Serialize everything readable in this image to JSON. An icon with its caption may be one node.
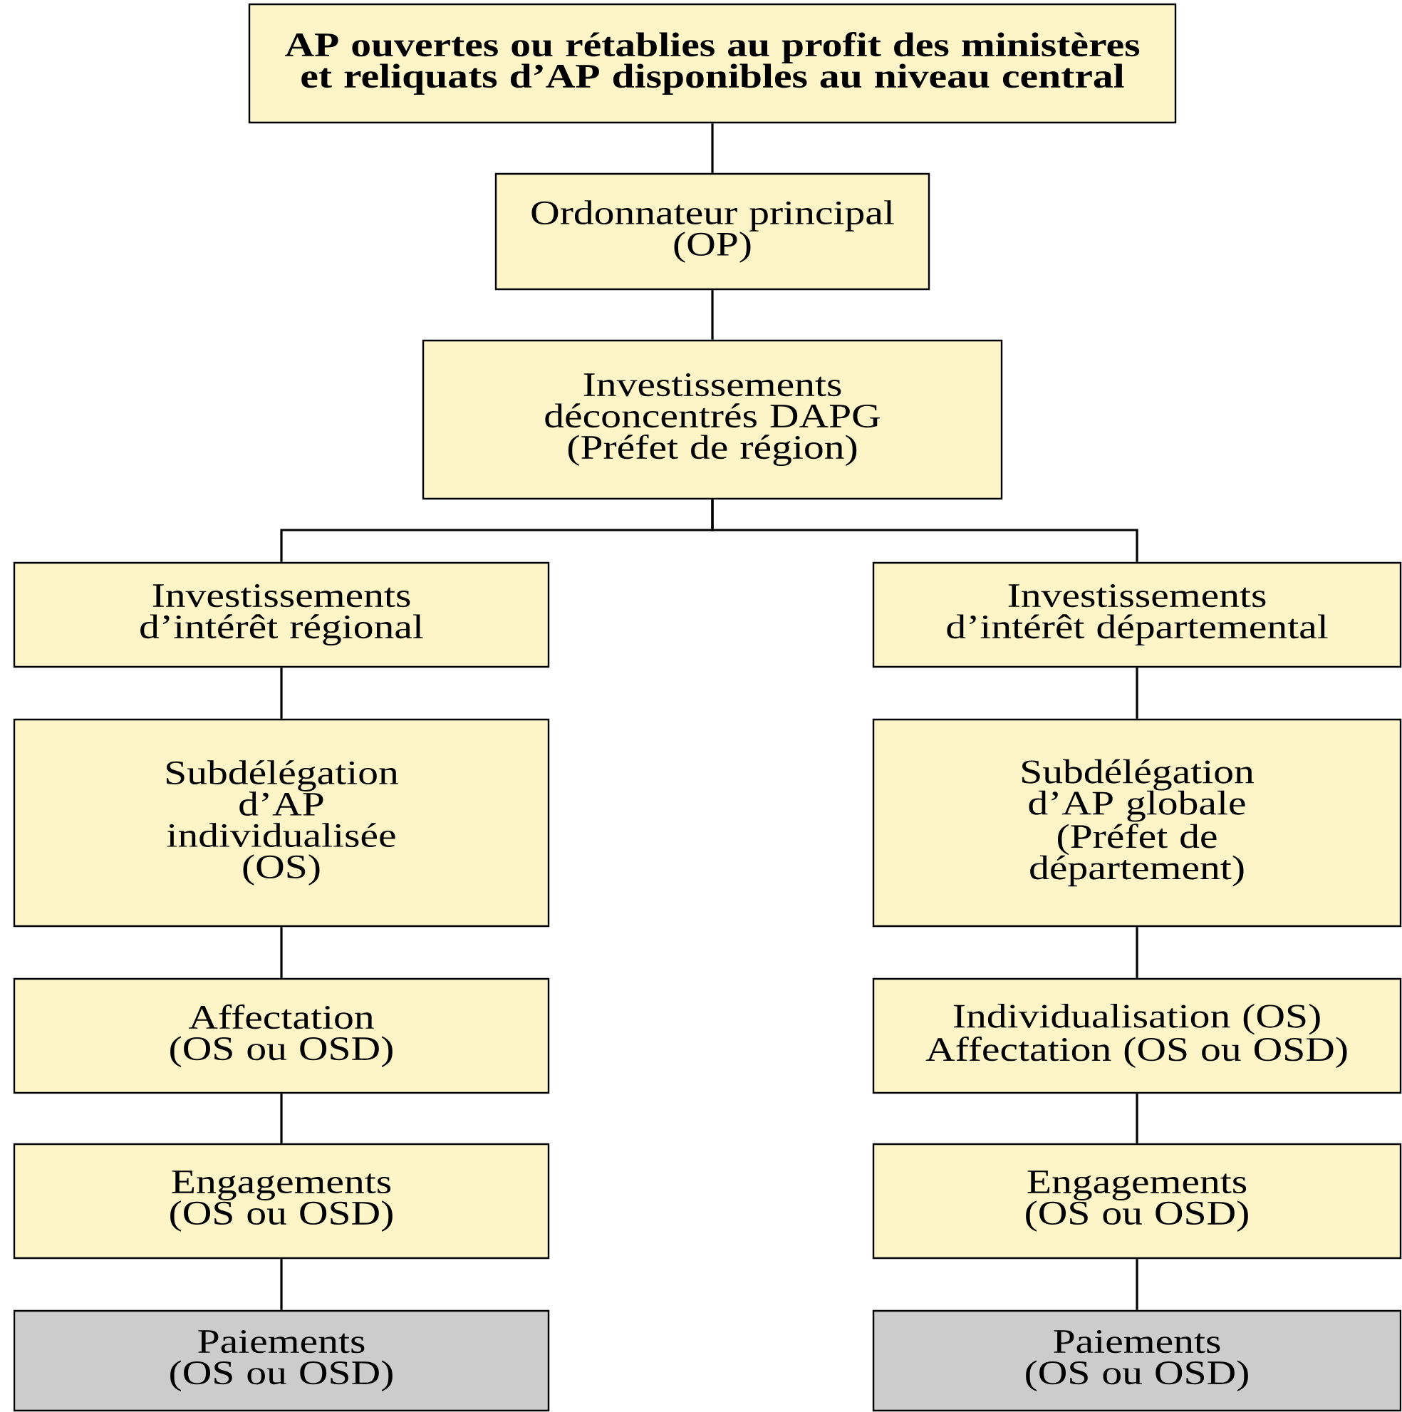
{
  "diagram": {
    "nodes": [
      {
        "text": [
          "AP ouvertes ou rétablies au profit des ministères et reliquats d’AP disponibles au niveau central"
        ]
      },
      {
        "text": [
          "Ordonnateur principal",
          "(OP)"
        ]
      },
      {
        "text": [
          "Investissements déconcentrés DAPG",
          "(Préfet de région)"
        ]
      },
      {
        "text": [
          "Investissements d’intérêt régional"
        ]
      },
      {
        "text": [
          "Subdélégation d’AP individualisée (OS)"
        ]
      },
      {
        "text": [
          "Affectation",
          "(OS ou OSD)"
        ]
      },
      {
        "text": [
          "Engagements",
          "(OS ou OSD)"
        ]
      },
      {
        "text": [
          "Paiements",
          "(OS ou OSD)"
        ]
      },
      {
        "text": [
          "Investissements d’intérêt départemental"
        ]
      },
      {
        "text": [
          "Subdélégation d’AP globale (Préfet de département)"
        ]
      },
      {
        "text": [
          "Individualisation (OS)",
          "Affectation (OS ou OSD)"
        ]
      },
      {
        "text": [
          "Engagements",
          "(OS ou OSD)"
        ]
      },
      {
        "text": [
          "Paiements",
          "(OS ou OSD)"
        ]
      }
    ],
    "edges": [
      {
        "from": 0,
        "to": 1,
        "arrow": "none"
      },
      {
        "from": 1,
        "to": 2,
        "arrow": "none"
      },
      {
        "from": 2,
        "to": 3,
        "arrow": "none"
      },
      {
        "from": 2,
        "to": 8,
        "arrow": "none"
      },
      {
        "from": 3,
        "to": 4,
        "arrow": "none"
      },
      {
        "from": 4,
        "to": 5,
        "arrow": "none"
      },
      {
        "from": 5,
        "to": 6,
        "arrow": "none"
      },
      {
        "from": 6,
        "to": 7,
        "arrow": "none"
      },
      {
        "from": 8,
        "to": 9,
        "arrow": "none"
      },
      {
        "from": 9,
        "to": 10,
        "arrow": "none"
      },
      {
        "from": 10,
        "to": 11,
        "arrow": "none"
      },
      {
        "from": 11,
        "to": 12,
        "arrow": "none"
      }
    ]
  }
}
